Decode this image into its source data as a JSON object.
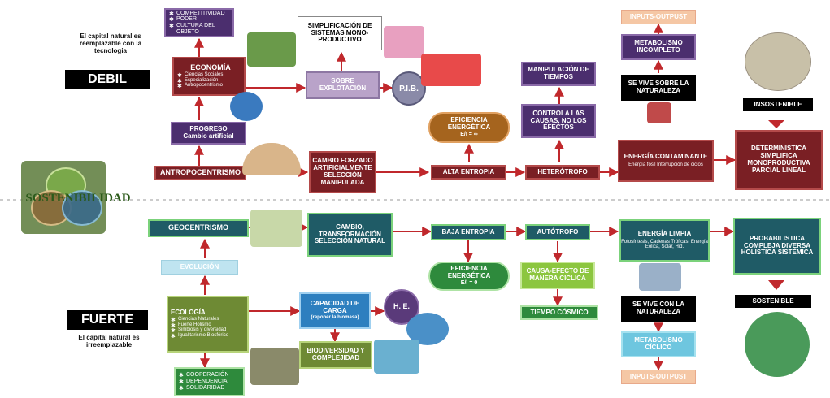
{
  "left": {
    "debil_caption": "El capital natural es reemplazable con la tecnologia",
    "debil_label": "DEBIL",
    "sostenibilidad_label": "SOSTENIBILIDAD",
    "fuerte_label": "FUERTE",
    "fuerte_caption": "El capital natural es irreemplazable"
  },
  "top": {
    "competitividad": [
      "COMPETITIVIDAD",
      "PODER",
      "CULTURA DEL OBJETO"
    ],
    "economia_title": "ECONOMÍA",
    "economia_items": [
      "Ciencias Sociales",
      "Especialización",
      "Antropocentrismo"
    ],
    "progreso_title": "PROGRESO",
    "progreso_item": "Cambio artificial",
    "antropocentrismo": "ANTROPOCENTRISMO",
    "simplificacion": "SIMPLIFICACIÓN DE SISTEMAS MONO-PRODUCTIVO",
    "sobre_explotacion": "SOBRE EXPLOTACIÓN",
    "pib": "P.I.B.",
    "cambio_forzado": "CAMBIO FORZADO ARTIFICIALMENTE SELECCIÓN MANIPULADA",
    "eficiencia_title": "EFICIENCIA ENERGÉTICA",
    "eficiencia_formula": "E/I = ∞",
    "alta_entropia": "ALTA ENTROPIA",
    "manipulacion": "MANIPULACIÓN DE TIEMPOS",
    "controla": "CONTROLA LAS CAUSAS, NO LOS EFECTOS",
    "heterotrofo": "HETERÓTROFO",
    "inputs_outpust": "INPUTS-OUTPUST",
    "metabolismo_incompleto": "METABOLISMO INCOMPLETO",
    "se_vive_sobre": "SE VIVE SOBRE LA NATURALEZA",
    "energia_contaminante_title": "ENERGÍA CONTAMINANTE",
    "energia_contaminante_items": "Energía fósil Interrupción de ciclos",
    "insostenible": "INSOSTENIBLE",
    "deterministica": "DETERMINISTICA SIMPLIFICA MONOPRODUCTIVA PARCIAL LINEAL"
  },
  "bottom": {
    "geocentrismo": "GEOCENTRISMO",
    "evolucion": "EVOLUCIÓN",
    "ecologia_title": "ECOLOGÍA",
    "ecologia_items": [
      "Ciencias Naturales",
      "Fuerte Holismo",
      "Simbiosis y diversidad",
      "Igualitarismo Biosférico"
    ],
    "cooperacion": [
      "COOPERACIÓN",
      "DEPENDENCIA",
      "SOLIDARIDAD"
    ],
    "cambio_transformacion": "CAMBIO, TRANSFORMACIÓN SELECCIÓN NATURAL",
    "capacidad_title": "CAPACIDAD DE CARGA",
    "capacidad_sub": "(reponer la biomasa)",
    "he": "H. E.",
    "biodiversidad": "BIODIVERSIDAD Y COMPLEJIDAD",
    "baja_entropia": "BAJA ENTROPIA",
    "eficiencia_title": "EFICIENCIA ENERGÉTICA",
    "eficiencia_formula": "E/I = 0",
    "autotrofo": "AUTÓTROFO",
    "causa_efecto": "CAUSA-EFECTO DE MANERA CICLICA",
    "tiempo_cosmico": "TIEMPO CÓSMICO",
    "energia_limpia_title": "ENERGÍA LIMPIA",
    "energia_limpia_items": "Fotosíntesis, Cadenas Tróficas, Energía Eólica, Solar, Hid.",
    "se_vive_con": "SE VIVE CON LA NATURALEZA",
    "metabolismo_ciclico": "METABOLISMO CÍCLICO",
    "inputs_outpust": "INPUTS-OUTPUST",
    "probabilistica": "PROBABILISTICA COMPLEJA DIVERSA HOLISTICA SISTÉMICA",
    "sostenible": "SOSTENIBLE"
  },
  "colors": {
    "maroon": "#7a1f24",
    "purple": "#4b2e6e",
    "teal": "#1f5b66",
    "olive": "#6e8a34",
    "green": "#2e8a3c",
    "blue": "#2d7fbf",
    "arrow": "#c0282c"
  }
}
